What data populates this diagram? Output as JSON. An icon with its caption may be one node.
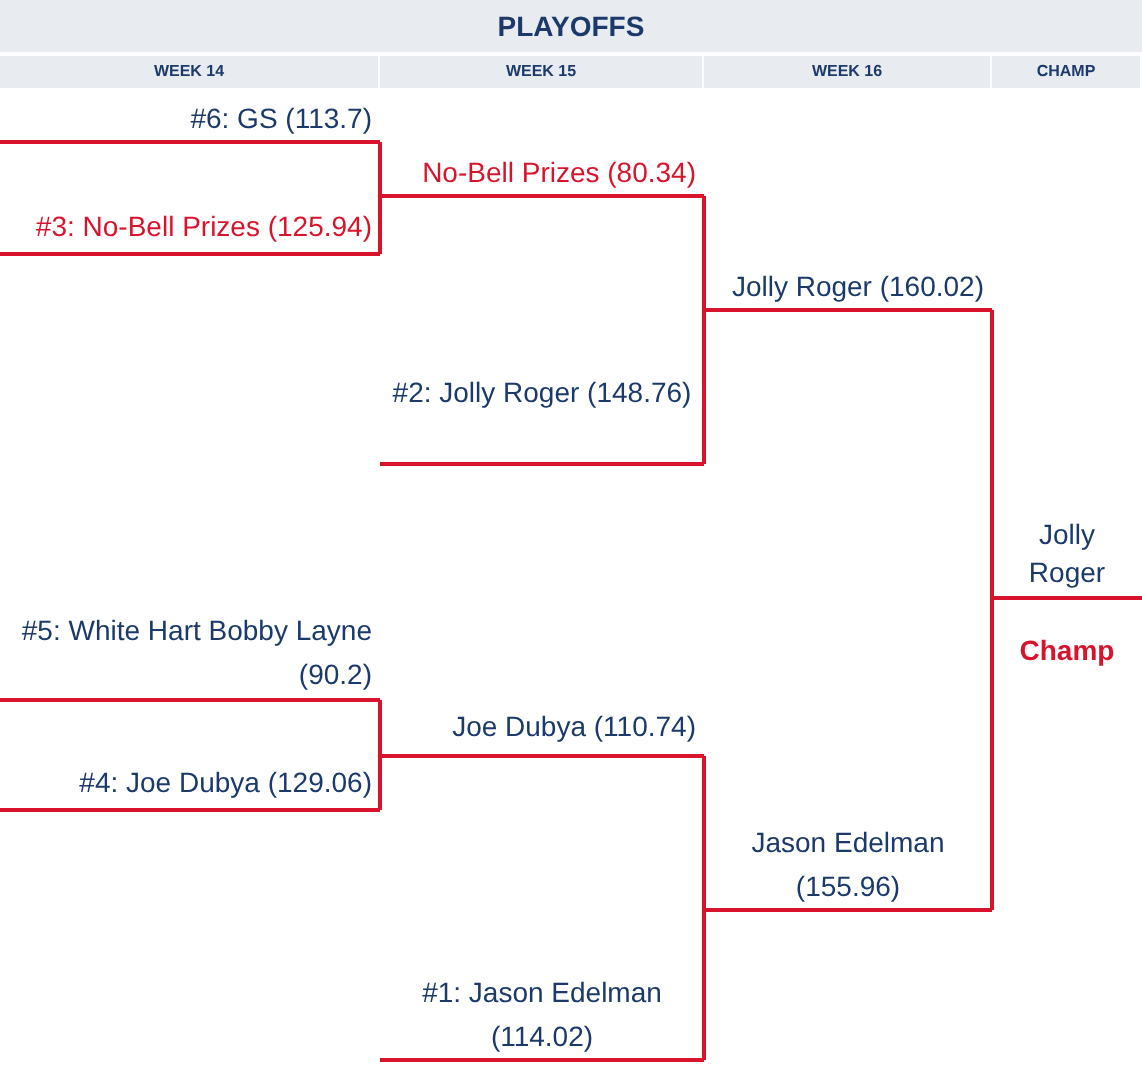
{
  "diagram": {
    "title": "PLAYOFFS",
    "nodes": [
      {
        "text": [
          "#6: GS (113.7)"
        ]
      },
      {
        "text": [
          "#3: No-Bell Prizes (125.94)"
        ]
      },
      {
        "text": [
          "No-Bell Prizes (80.34)"
        ]
      },
      {
        "text": [
          "#2: Jolly Roger (148.76)"
        ]
      },
      {
        "text": [
          "Jolly Roger (160.02)"
        ]
      },
      {
        "text": [
          "#5: White Hart Bobby Layne (90.2)"
        ]
      },
      {
        "text": [
          "#4: Joe Dubya (129.06)"
        ]
      },
      {
        "text": [
          "Joe Dubya (110.74)"
        ]
      },
      {
        "text": [
          "#1: Jason Edelman (114.02)"
        ]
      },
      {
        "text": [
          "Jason Edelman (155.96)"
        ]
      },
      {
        "text": [
          "Jolly Roger"
        ]
      }
    ],
    "edges": [
      {
        "from": 0,
        "to": 2,
        "arrow": "none"
      },
      {
        "from": 1,
        "to": 2,
        "arrow": "none"
      },
      {
        "from": 2,
        "to": 4,
        "arrow": "none"
      },
      {
        "from": 3,
        "to": 4,
        "arrow": "none"
      },
      {
        "from": 4,
        "to": 10,
        "arrow": "none"
      },
      {
        "from": 9,
        "to": 10,
        "arrow": "none"
      },
      {
        "from": 5,
        "to": 7,
        "arrow": "none"
      },
      {
        "from": 6,
        "to": 7,
        "arrow": "none"
      },
      {
        "from": 7,
        "to": 9,
        "arrow": "none"
      },
      {
        "from": 8,
        "to": 9,
        "arrow": "none"
      }
    ],
    "labels": [
      "WEEK 14",
      "WEEK 15",
      "WEEK 16",
      "CHAMP",
      "Champ"
    ]
  }
}
